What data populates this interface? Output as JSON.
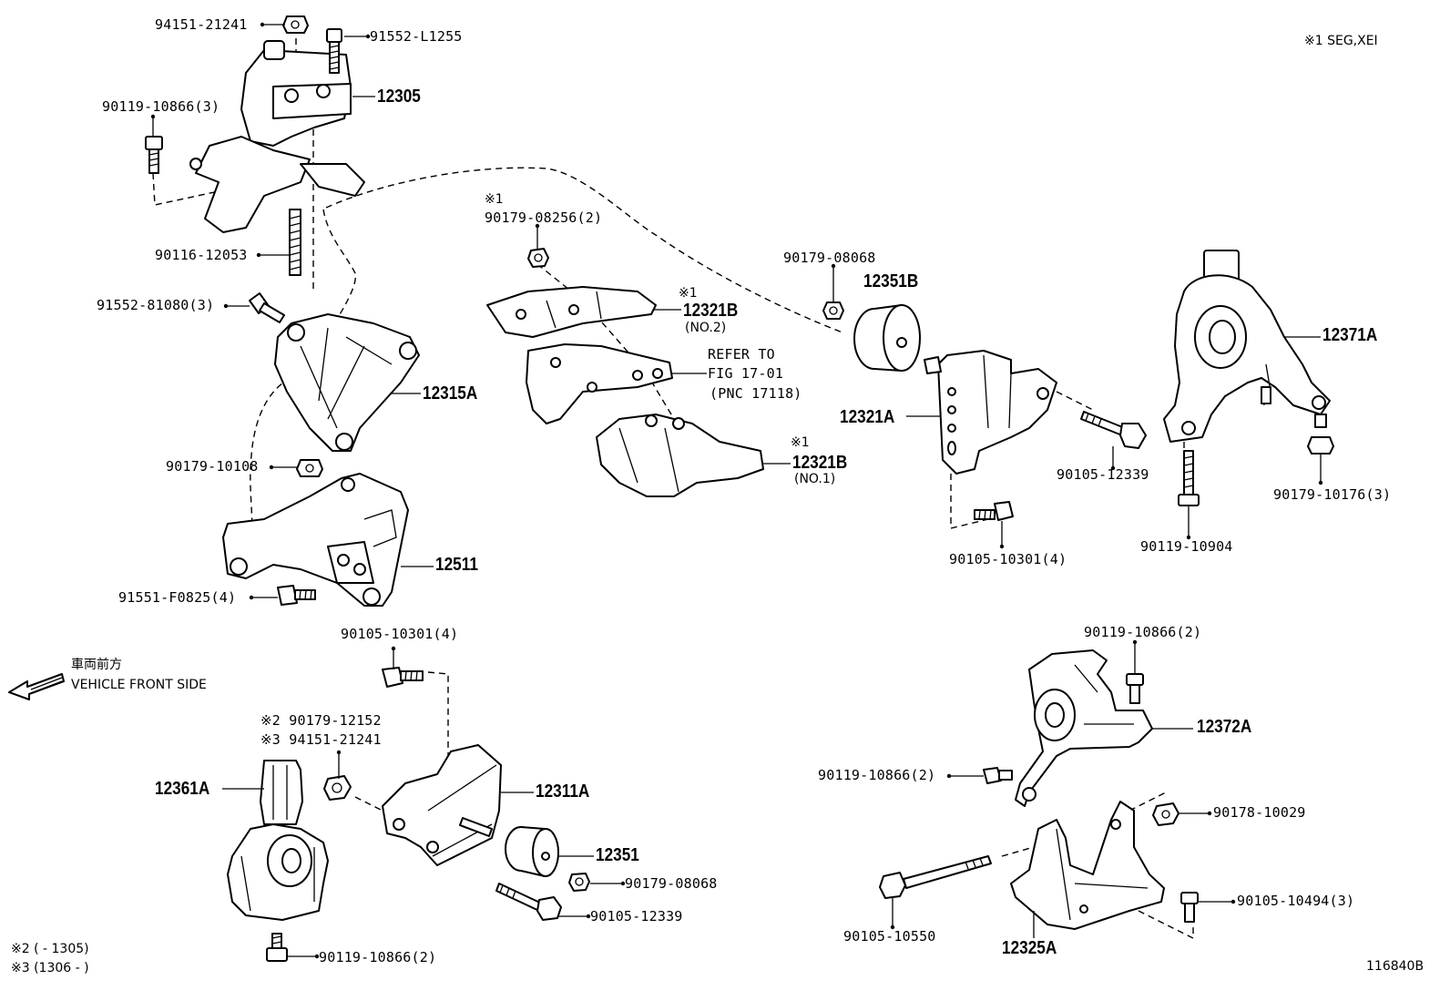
{
  "legend": {
    "seg_note": "※1 SEG,XEI",
    "note2": "※2 (     - 1305)",
    "note3": "※3 (1306 -      )",
    "diagram_id": "116840B",
    "front_jp": "車両前方",
    "front_en": "VEHICLE FRONT SIDE"
  },
  "labels": {
    "p94151_top": "94151-21241",
    "p91552_L": "91552-L1255",
    "p90119_3": "90119-10866(3)",
    "p12305": "12305",
    "p90116": "90116-12053",
    "p91552_8": "91552-81080(3)",
    "p12315A": "12315A",
    "p90179_10108": "90179-10108",
    "p12511": "12511",
    "p91551": "91551-F0825(4)",
    "s1_a": "※1",
    "p90179_08256": "90179-08256(2)",
    "s1_b": "※1",
    "p12321B_2": "12321B",
    "no2": "(NO.2)",
    "refer1": "REFER TO",
    "refer2": "FIG 17-01",
    "refer3": "(PNC 17118)",
    "s1_c": "※1",
    "p12321B_1": "12321B",
    "no1": "(NO.1)",
    "p90179_08068_top": "90179-08068",
    "p12351B": "12351B",
    "p12321A": "12321A",
    "p90105_12339_top": "90105-12339",
    "p90105_10301_r": "90105-10301(4)",
    "p12371A": "12371A",
    "p90119_10904": "90119-10904",
    "p90179_10176": "90179-10176(3)",
    "p90105_10301_l": "90105-10301(4)",
    "s2_line": "※2 90179-12152",
    "s3_line": "※3 94151-21241",
    "p12361A": "12361A",
    "p12311A": "12311A",
    "p12351": "12351",
    "p90179_08068_bot": "90179-08068",
    "p90105_12339_bot": "90105-12339",
    "p90119_2_bot": "90119-10866(2)",
    "p90119_2_tr": "90119-10866(2)",
    "p12372A": "12372A",
    "p90119_2_mr": "90119-10866(2)",
    "p90178": "90178-10029",
    "p90105_10494": "90105-10494(3)",
    "p90105_10550": "90105-10550",
    "p12325A": "12325A"
  }
}
